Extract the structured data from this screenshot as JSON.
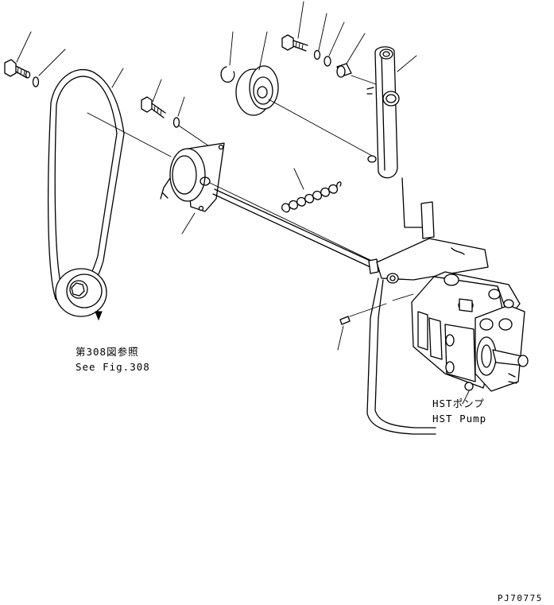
{
  "labels": {
    "see_fig_ja": "第308図参照",
    "see_fig_en": "See Fig.308",
    "pump_ja": "HSTポンプ",
    "pump_en": "HST Pump",
    "drawing_code": "PJ70775"
  }
}
